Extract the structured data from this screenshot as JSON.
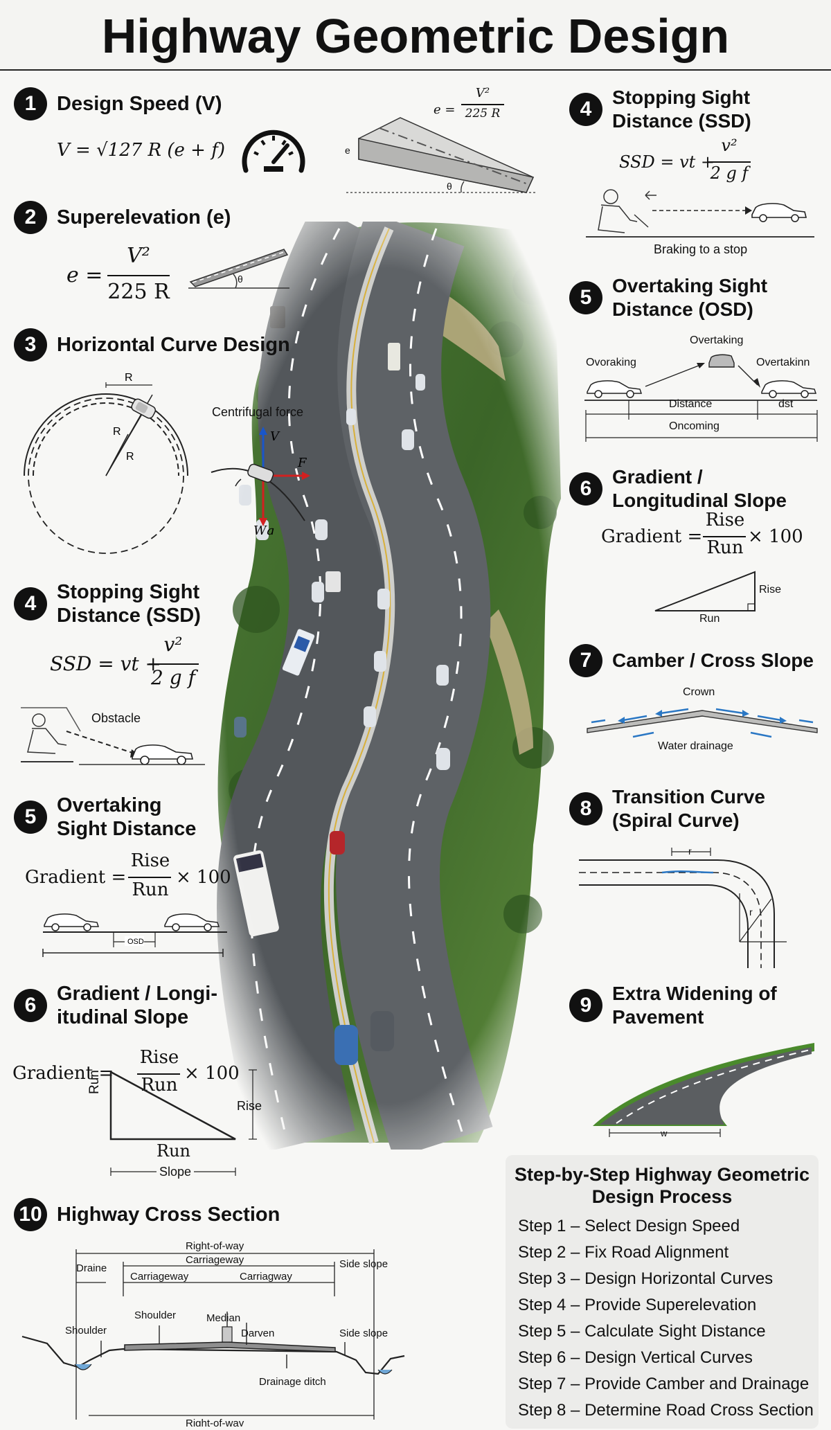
{
  "title": "Highway Geometric Design",
  "left": {
    "s1": {
      "num": "1",
      "title": "Design Speed (V)",
      "formula": "V = √127 R (e + f)"
    },
    "s2": {
      "num": "2",
      "title": "Superelevation (e)",
      "formula_lhs": "e =",
      "formula_num": "V²",
      "formula_den": "225 R",
      "angle": "θ"
    },
    "s3": {
      "num": "3",
      "title": "Horizontal Curve Design",
      "r1": "R",
      "r2": "R",
      "r3": "R",
      "force_title": "Centrifugal force",
      "v": "V",
      "f": "F",
      "wg": "Wg"
    },
    "s4": {
      "num": "4",
      "title_1": "Stopping Sight",
      "title_2": "Distance (SSD)",
      "formula_lhs": "SSD = vt +",
      "formula_num": "v²",
      "formula_den": "2 g f",
      "obstacle": "Obstacle"
    },
    "s5": {
      "num": "5",
      "title_1": "Overtaking",
      "title_2": "Sight Distance",
      "formula_lhs": "Gradient =",
      "formula_num": "Rise",
      "formula_den": "Run",
      "formula_rhs": "× 100",
      "dist": "OSD"
    },
    "s6": {
      "num": "6",
      "title_1": "Gradient / Longi-",
      "title_2": "itudinal Slope",
      "formula_lhs": "Gradient =",
      "formula_num": "Rise",
      "formula_den": "Run",
      "formula_rhs": "× 100",
      "run_side": "Run",
      "rise": "Rise",
      "run_bottom": "Run",
      "slope": "Slope"
    },
    "s10": {
      "num": "10",
      "title": "Highway Cross Section",
      "labels": {
        "row_top": "Right-of-way",
        "draine": "Draine",
        "carriageway_top": "Carriageway",
        "side_slope_top": "Side slope",
        "carriageway_l": "Carriageway",
        "carriageway_r": "Carriagway",
        "shoulder_l": "Shoulder",
        "shoulder_m": "Shoulder",
        "median": "Median",
        "darven": "Darven",
        "side_slope_r": "Side slope",
        "drain_ditch": "Drainage ditch",
        "row_bottom": "Right-of-way"
      }
    }
  },
  "center": {
    "formula_lhs": "e =",
    "formula_num": "V²",
    "formula_den": "225 R",
    "e": "e",
    "theta": "θ"
  },
  "right": {
    "s4": {
      "num": "4",
      "title_1": "Stopping Sight",
      "title_2": "Distance (SSD)",
      "formula_lhs": "SSD = vt +",
      "formula_num": "v²",
      "formula_den": "2 g f",
      "caption": "Braking to a stop"
    },
    "s5": {
      "num": "5",
      "title_1": "Overtaking Sight",
      "title_2": "Distance (OSD)",
      "overtaking": "Overtaking",
      "ovoraking": "Ovoraking",
      "overtakinn": "Overtakinn",
      "distance": "Distance",
      "dst": "dst",
      "oncoming": "Oncoming"
    },
    "s6": {
      "num": "6",
      "title_1": "Gradient /",
      "title_2": "Longitudinal Slope",
      "formula_lhs": "Gradient =",
      "formula_num": "Rise",
      "formula_den": "Run",
      "formula_rhs": "× 100",
      "rise": "Rise",
      "run": "Run"
    },
    "s7": {
      "num": "7",
      "title": "Camber / Cross Slope",
      "crown": "Crown",
      "drainage": "Water drainage"
    },
    "s8": {
      "num": "8",
      "title_1": "Transition Curve",
      "title_2": "(Spiral Curve)",
      "r_top": "r",
      "r_diag": "r"
    },
    "s9": {
      "num": "9",
      "title_1": "Extra Widening of",
      "title_2": "Pavement",
      "w": "w"
    }
  },
  "steps": {
    "title_1": "Step-by-Step Highway Geometric",
    "title_2": "Design Process",
    "items": [
      "Step 1 – Select Design Speed",
      "Step 2 – Fix Road Alignment",
      "Step 3 – Design Horizontal Curves",
      "Step 4 – Provide Superelevation",
      "Step 5 – Calculate Sight Distance",
      "Step 6 – Design Vertical Curves",
      "Step 7 – Provide Camber and Drainage",
      "Step 8 – Determine Road Cross Section"
    ]
  },
  "colors": {
    "accent": "#111111",
    "force_red": "#d22020",
    "force_blue": "#1a56c9",
    "forest": "#3d6b2e",
    "asphalt": "#5a5d60",
    "arrow_blue": "#2a77c4"
  }
}
